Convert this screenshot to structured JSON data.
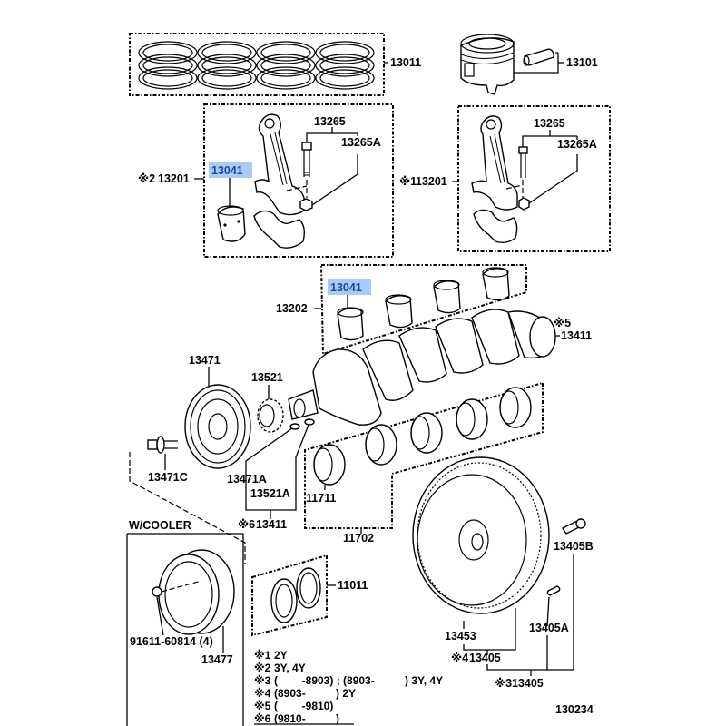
{
  "diagram": {
    "figure_id": "130234",
    "highlight_color": "#a9cbf5",
    "parts": {
      "piston_rings": "13011",
      "piston_pin": "13101",
      "bolt_top_left": "13265",
      "nut_top_left": "13265A",
      "conrod_left": "13201",
      "conrod_left_mark": "※2",
      "bearing_left": "13041",
      "bolt_top_right": "13265",
      "nut_top_right": "13265A",
      "conrod_right": "13201",
      "conrod_right_mark": "※1",
      "bearing_set_main": "13202",
      "bearing_main_highlight": "13041",
      "crankshaft": "13411",
      "crankshaft_mark": "※5",
      "pulley": "13471",
      "timing_gear": "13521",
      "pulley_bolt": "13471C",
      "pulley_key": "13471A",
      "gear_key": "13521A",
      "crank_sub": "13411",
      "crank_sub_mark": "※6",
      "bearing_lower": "11711",
      "bearing_set_lower": "11702",
      "wcooler_title": "W/COOLER",
      "wcooler_bolt": "91611-60814 (4)",
      "wcooler_pulley": "13477",
      "thrust_washer": "11011",
      "flywheel_ring": "13453",
      "flywheel_bolt": "13405B",
      "flywheel_pin": "13405A",
      "flywheel_sub": "13405",
      "flywheel_sub_mark": "※4",
      "flywheel_asm": "13405",
      "flywheel_asm_mark": "※3"
    },
    "notes": [
      {
        "mark": "※1",
        "text": "2Y"
      },
      {
        "mark": "※2",
        "text": "3Y, 4Y"
      },
      {
        "mark": "※3",
        "text": "(        -8903) ; (8903-          ) 3Y, 4Y"
      },
      {
        "mark": "※4",
        "text": "(8903-          ) 2Y"
      },
      {
        "mark": "※5",
        "text": "(        -9810)"
      },
      {
        "mark": "※6",
        "text": "(9810-          )"
      }
    ]
  }
}
